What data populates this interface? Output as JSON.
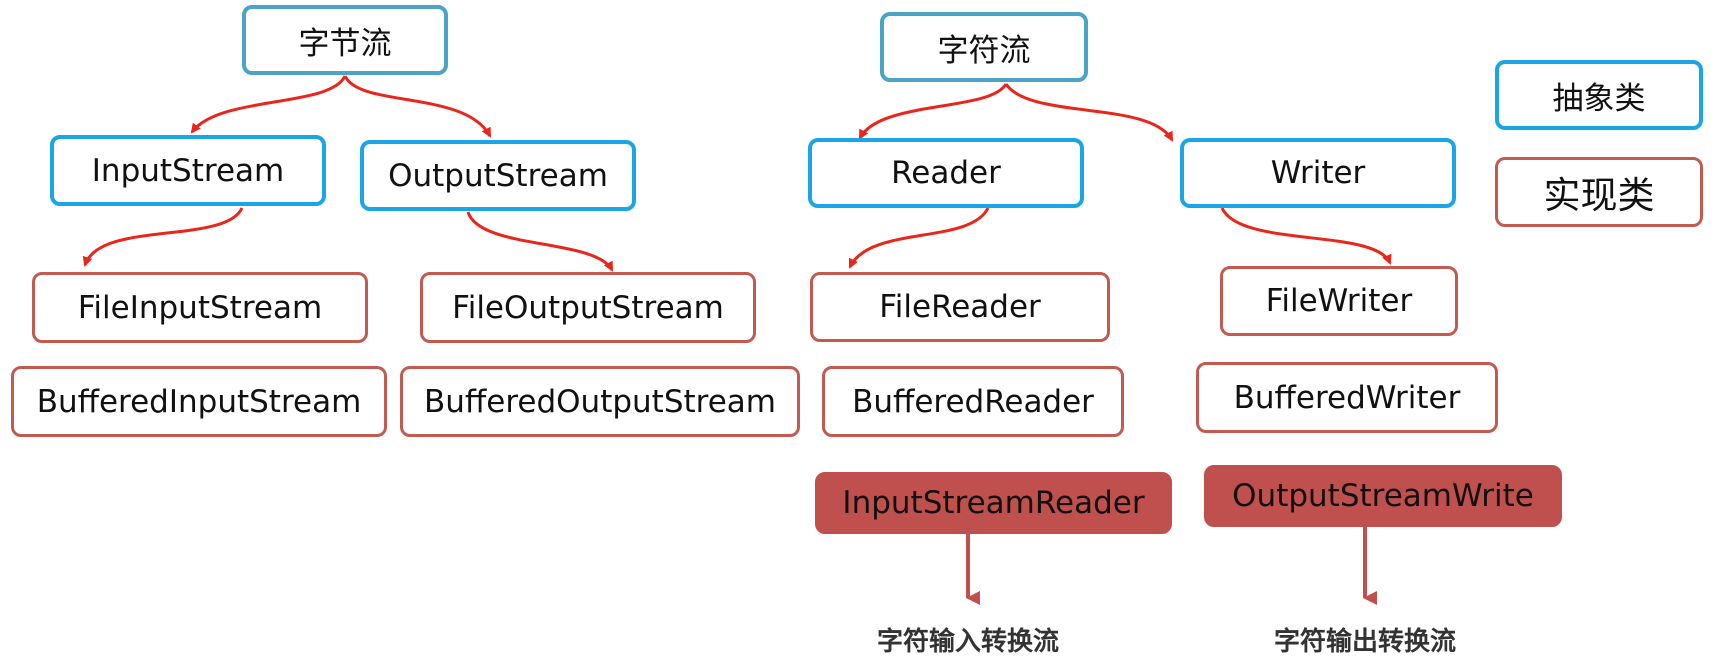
{
  "byte_stream": {
    "root": "字节流",
    "input": "InputStream",
    "output": "OutputStream",
    "file_input": "FileInputStream",
    "buffered_input": "BufferedInputStream",
    "file_output": "FileOutputStream",
    "buffered_output": "BufferedOutputStream"
  },
  "char_stream": {
    "root": "字符流",
    "reader": "Reader",
    "writer": "Writer",
    "file_reader": "FileReader",
    "buffered_reader": "BufferedReader",
    "file_writer": "FileWriter",
    "buffered_writer": "BufferedWriter",
    "input_converter": "InputStreamReader",
    "output_converter": "OutputStreamWrite",
    "input_converter_caption": "字符输入转换流",
    "output_converter_caption": "字符输出转换流"
  },
  "legend": {
    "abstract": "抽象类",
    "impl": "实现类"
  },
  "colors": {
    "abstract_border": "#1aa5e6",
    "impl_border": "#c25a50",
    "converter_fill": "#c0504d",
    "tree_arrow": "#e8261c",
    "converter_arrow": "#c0504d"
  }
}
